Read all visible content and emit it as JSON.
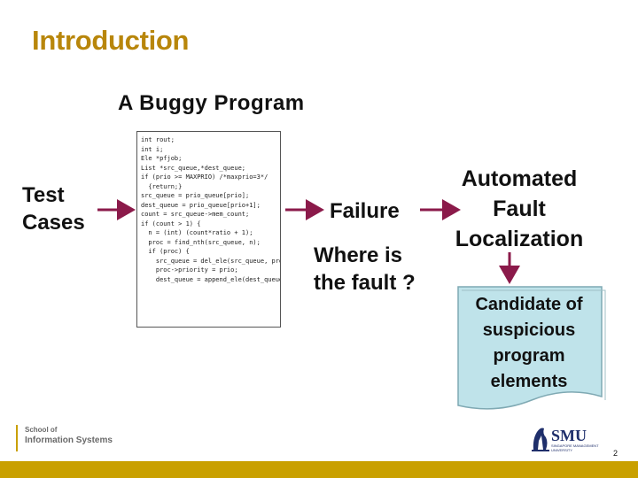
{
  "slide": {
    "title": "Introduction",
    "subtitle": "A Buggy Program",
    "test_cases": [
      "Test",
      "Cases"
    ],
    "failure": "Failure",
    "where_is_the_fault": [
      "Where is",
      "the fault ?"
    ],
    "automated_fault_localization": [
      "Automated",
      "Fault",
      "Localization"
    ],
    "candidate_document": [
      "Candidate of",
      "suspicious",
      "program",
      "elements"
    ],
    "page_number": "2"
  },
  "code_lines": [
    "int rout;",
    "int i;",
    "Ele *pfjob;",
    "List *src_queue,*dest_queue;",
    "if (prio >= MAXPRIO) /*maxprio=3*/",
    "  {return;}",
    "src_queue = prio_queue[prio];",
    "dest_queue = prio_queue[prio+1];",
    "count = src_queue->mem_count;",
    "if (count > 1) {",
    "  n = (int) (count*ratio + 1);",
    "  proc = find_nth(src_queue, n);",
    "  if (proc) {",
    "    src_queue = del_ele(src_queue, proc);",
    "    proc->priority = prio;",
    "    dest_queue = append_ele(dest_queue, proc); }}"
  ],
  "footer": {
    "school_line1": "School of",
    "school_line2": "Information Systems",
    "smu_name": "SMU",
    "smu_subtitle": "SINGAPORE MANAGEMENT UNIVERSITY"
  },
  "colors": {
    "title": "#B8860B",
    "arrow": "#8B1A4A",
    "document_fill": "#BFE3EA",
    "document_stroke": "#7FA9B3",
    "footer_bar": "#C9A000"
  },
  "icons": [
    "right-arrow-icon",
    "down-arrow-icon",
    "document-shape-icon",
    "smu-crest-icon"
  ]
}
